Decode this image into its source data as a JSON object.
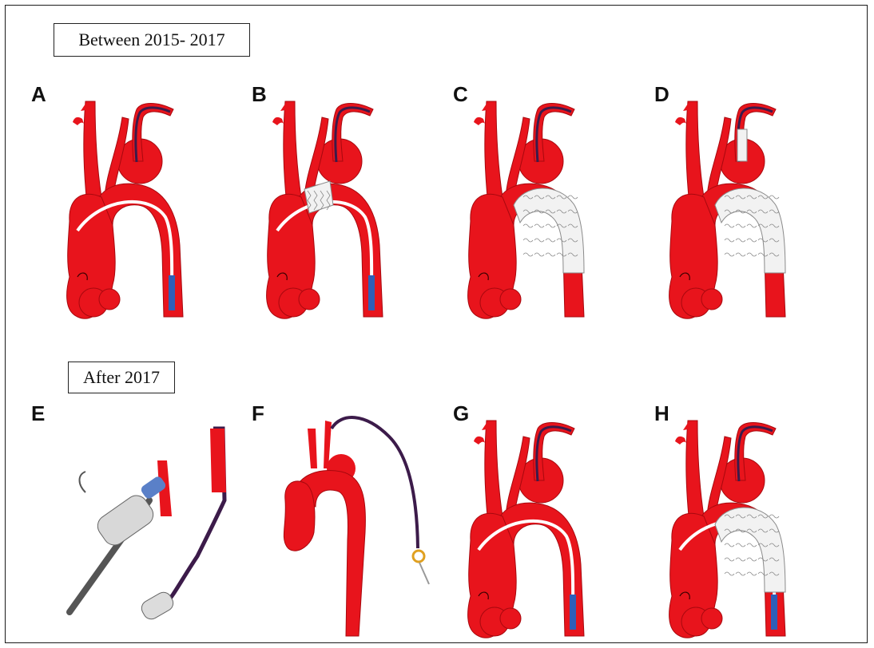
{
  "labels": {
    "period_before": "Between 2015- 2017",
    "period_after": "After 2017"
  },
  "panels": [
    {
      "letter": "A",
      "stage": "guidewire"
    },
    {
      "letter": "B",
      "stage": "partial stent graft deployment"
    },
    {
      "letter": "C",
      "stage": "full stent graft"
    },
    {
      "letter": "D",
      "stage": "stent graft with branch graft"
    },
    {
      "letter": "E",
      "stage": "extracorporeal catheter setup"
    },
    {
      "letter": "F",
      "stage": "catheter through arch"
    },
    {
      "letter": "G",
      "stage": "guidewire"
    },
    {
      "letter": "H",
      "stage": "stent graft"
    }
  ],
  "colors": {
    "aorta_red": "#e8141c",
    "aorta_dark": "#a8080e",
    "wire_white": "#ffffff",
    "sheath_blue": "#2e5fb8",
    "catheter_purple": "#3c1b4a",
    "stent_grey": "#f2f2f2",
    "stent_line": "#8a8a8a"
  }
}
